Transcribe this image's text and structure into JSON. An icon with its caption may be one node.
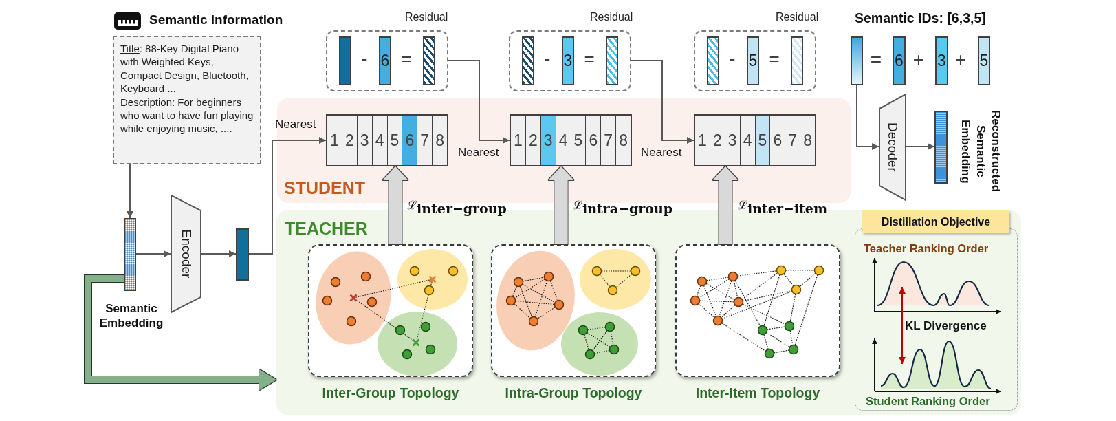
{
  "diagram": {
    "nodes": [
      {
        "text": [
          "Semantic Information",
          "Title: 88-Key Digital Piano with Weighted Keys, Compact Design, Bluetooth, Keyboard ...",
          "Description: For beginners who want to have fun playing while enjoying music, ...."
        ]
      },
      {
        "text": [
          "Residual",
          "-",
          "6",
          "="
        ]
      },
      {
        "text": [
          "Residual",
          "-",
          "3",
          "="
        ]
      },
      {
        "text": [
          "Residual",
          "-",
          "5",
          "="
        ]
      },
      {
        "text": [],
        "shape": "bar"
      },
      {
        "text": [
          "STUDENT"
        ]
      },
      {
        "text": [
          "1",
          "2",
          "3",
          "4",
          "5",
          "6",
          "7",
          "8"
        ],
        "in": 5
      },
      {
        "text": [
          "1",
          "2",
          "3",
          "4",
          "5",
          "6",
          "7",
          "8"
        ],
        "in": 5
      },
      {
        "text": [
          "1",
          "2",
          "3",
          "4",
          "5",
          "6",
          "7",
          "8"
        ],
        "in": 5
      },
      {
        "text": [
          "Decoder"
        ]
      },
      {
        "text": [],
        "shape": "bar",
        "beside": [
          "Reconstructed Semantic Embedding"
        ]
      },
      {
        "text": [],
        "shape": "bar",
        "beside": [
          "Semantic Embedding"
        ]
      },
      {
        "text": [
          "Encoder"
        ]
      },
      {
        "text": [],
        "shape": "bar"
      },
      {
        "text": [
          "TEACHER"
        ]
      },
      {
        "text": [
          "Inter-Group Topology"
        ],
        "in": 14
      },
      {
        "text": [
          "Intra-Group Topology"
        ],
        "in": 14
      },
      {
        "text": [
          "Inter-Item Topology"
        ],
        "in": 14
      },
      {
        "text": [
          "Distillation Objective",
          "Teacher Ranking Order",
          "KL Divergence",
          "Student Ranking Order"
        ],
        "in": 14
      }
    ],
    "edges": [
      {
        "from": 0,
        "to": 11,
        "arrow": "to"
      },
      {
        "from": 11,
        "to": 12,
        "arrow": "to"
      },
      {
        "from": 12,
        "to": 13,
        "arrow": "to"
      },
      {
        "from": 13,
        "to": 6,
        "arrow": "to",
        "label": "Nearest"
      },
      {
        "from": 1,
        "to": 7,
        "arrow": "to",
        "label": "Nearest"
      },
      {
        "from": 2,
        "to": 8,
        "arrow": "to",
        "label": "Nearest"
      },
      {
        "from": 4,
        "to": 9,
        "arrow": "to"
      },
      {
        "from": 9,
        "to": 10,
        "arrow": "to"
      },
      {
        "from": 15,
        "to": 6,
        "arrow": "to",
        "label": "ℒ$_{inter−group}$",
        "style": "thick",
        "color": "#d9d9d9"
      },
      {
        "from": 16,
        "to": 7,
        "arrow": "to",
        "label": "ℒ$_{intra−group}$",
        "style": "thick",
        "color": "#d9d9d9"
      },
      {
        "from": 17,
        "to": 8,
        "arrow": "to",
        "label": "ℒ$_{inter−item}$",
        "style": "thick",
        "color": "#d9d9d9"
      },
      {
        "from": 11,
        "to": 14,
        "arrow": "to",
        "style": "thick",
        "color": "#84b189"
      }
    ],
    "labels": [
      "Semantic IDs: [6,3,5]",
      "=",
      "6",
      "+",
      "3",
      "+",
      "5"
    ]
  }
}
